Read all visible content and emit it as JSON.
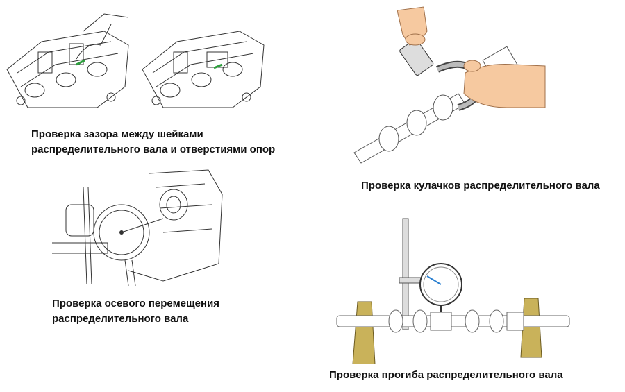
{
  "captions": {
    "journal_clearance_line1": "Проверка зазора между шейками",
    "journal_clearance_line2": "распределительного вала и отверстиями опор",
    "cam_check": "Проверка кулачков распределительного вала",
    "axial_line1": "Проверка осевого перемещения",
    "axial_line2": "распределительного вала",
    "runout": "Проверка прогиба распределительного вала"
  },
  "colors": {
    "skin": "#f6c9a0",
    "stand": "#c9b25a",
    "gauge_needle": "#2a7fd0",
    "plastigage": "#2e9e3e"
  }
}
